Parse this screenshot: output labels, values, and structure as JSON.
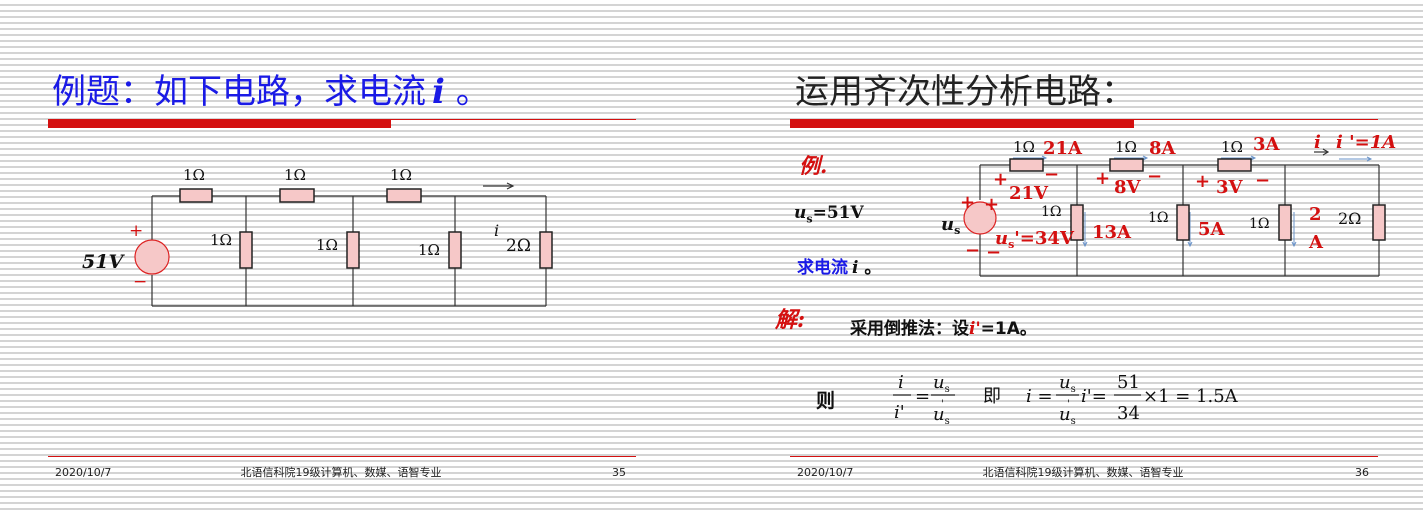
{
  "slide_left": {
    "title": "例题：如下电路，求电流",
    "title_var": "i",
    "title_end": " 。",
    "circuit": {
      "r1": "1Ω",
      "r2": "1Ω",
      "r3": "1Ω",
      "rv1": "1Ω",
      "rv2": "1Ω",
      "rv3": "1Ω",
      "r_load": "2Ω",
      "source_value": "51V",
      "plus": "+",
      "minus": "−",
      "current_label": "i"
    },
    "footer": {
      "date": "2020/10/7",
      "org": "北语信科院19级计算机、数媒、语智专业",
      "page": "35"
    }
  },
  "slide_right": {
    "title": "运用齐次性分析电路：",
    "example_label": "例.",
    "us_text": "u",
    "us_sub": "s",
    "us_value": "=51V",
    "find_text": "求电流",
    "find_var": "i",
    "find_end": " 。",
    "circuit": {
      "r1": "1Ω",
      "r2": "1Ω",
      "r3": "1Ω",
      "rv1": "1Ω",
      "rv2": "1Ω",
      "rv3": "1Ω",
      "r_load": "2Ω",
      "i1": "21A",
      "i2": "8A",
      "i3": "3A",
      "i_label": "i",
      "i_prime": "i '=1A",
      "v1": "21V",
      "v2": "8V",
      "v3": "3V",
      "iv1": "13A",
      "iv2": "5A",
      "iv3a": "2",
      "iv3b": "A",
      "src_label": "u",
      "src_sub": "s",
      "src_prime_u": "u",
      "src_prime_sub": "s",
      "src_prime_rest": "'=34V",
      "plus": "+",
      "minus": "−"
    },
    "solution_label": "解:",
    "solution_text": "采用倒推法：设",
    "solution_var": "i'",
    "solution_end": "=1A。",
    "then_label": "则",
    "formula": {
      "f1_num": "i",
      "f1_den": "i'",
      "eq": "=",
      "f2_num": "u",
      "f2_num_sub": "s",
      "f2_den": "u",
      "f2_den_sub": "s",
      "f2_den_prime": "'",
      "ji": "即",
      "lhs": "i =",
      "f3_num": "u",
      "f3_num_sub": "s",
      "f3_den": "u",
      "f3_den_sub": "s",
      "f3_den_prime": "'",
      "mid": "i'=",
      "f4_num": "51",
      "f4_den": "34",
      "tail": "×1 = 1.5A"
    },
    "footer": {
      "date": "2020/10/7",
      "org": "北语信科院19级计算机、数媒、语智专业",
      "page": "36"
    }
  }
}
